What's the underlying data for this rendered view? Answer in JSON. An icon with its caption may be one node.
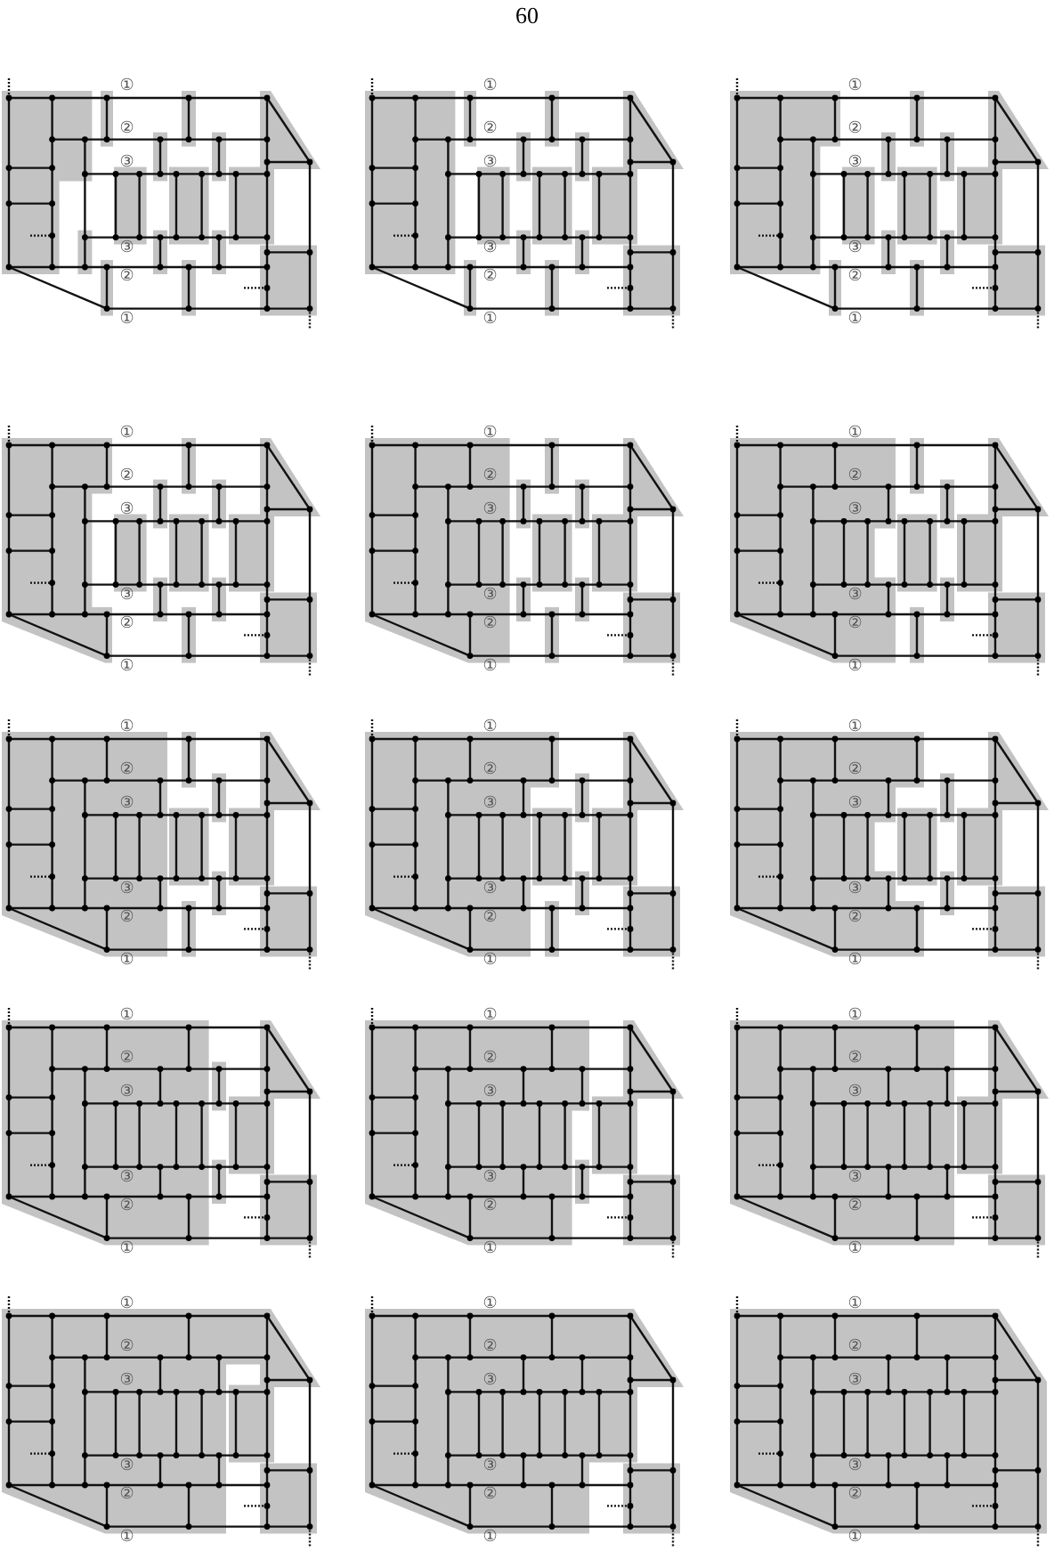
{
  "diagram": {
    "labels": [
      "60",
      "①",
      "②",
      "③",
      "③",
      "②",
      "①",
      "①",
      "②",
      "③",
      "③",
      "②",
      "①",
      "①",
      "②",
      "③",
      "③",
      "②",
      "①",
      "①",
      "②",
      "③",
      "③",
      "②",
      "①",
      "①",
      "②",
      "③",
      "③",
      "②",
      "①",
      "①",
      "②",
      "③",
      "③",
      "②",
      "①",
      "①",
      "②",
      "③",
      "③",
      "②",
      "①",
      "①",
      "②",
      "③",
      "③",
      "②",
      "①",
      "①",
      "②",
      "③",
      "③",
      "②",
      "①",
      "①",
      "②",
      "③",
      "③",
      "②",
      "①",
      "①",
      "②",
      "③",
      "③",
      "②",
      "①",
      "①",
      "②",
      "③",
      "③",
      "②",
      "①",
      "①",
      "②",
      "③",
      "③",
      "②",
      "①",
      "①",
      "②",
      "③",
      "③",
      "②",
      "①",
      "①",
      "②",
      "③",
      "③",
      "②",
      "①"
    ]
  }
}
